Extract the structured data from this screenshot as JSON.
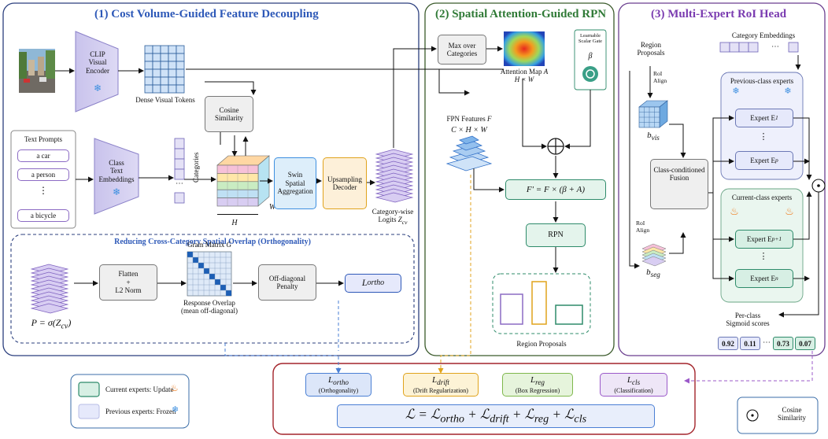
{
  "colors": {
    "panel1_border": "#2b3f7e",
    "panel2_border": "#3a5a2a",
    "panel3_border": "#6b3f8f",
    "title1": "#2e59b8",
    "title2": "#2f7a36",
    "title3": "#7a3bb0",
    "teal": "#2e8b6a",
    "purple": "#8c6bc4",
    "frozen_fill": "#e6e9fb",
    "update_fill": "#d7efe4",
    "loss_border": "#a3242b"
  },
  "panel1": {
    "title": "(1) Cost Volume-Guided Feature Decoupling",
    "clip_encoder": "CLIP\nVisual\nEncoder",
    "dense_tokens": "Dense Visual Tokens",
    "cosine_similarity": "Cosine\nSimilarity",
    "text_prompts_title": "Text Prompts",
    "prompts": [
      "a car",
      "a person",
      "⋮",
      "a bicycle"
    ],
    "class_text_embeddings": "Class\nText\nEmbeddings",
    "ellipsis": "⋯",
    "categories_label": "Categories",
    "h_label": "H",
    "w_label": "W",
    "swin": "Swin\nSpatial\nAggregation",
    "upsampling": "Upsampling\nDecoder",
    "logits_label": "Category-wise\nLogits",
    "logits_symbol": "Z",
    "logits_sub": "cv",
    "ortho_title": "Reducing Cross-Category Spatial Overlap (Orthogonality)",
    "flatten": "Flatten\n+\nL2 Norm",
    "gram_label": "Gram Matrix",
    "gram_symbol": "G",
    "response_overlap": "Response Overlap\n(mean off-diagonal)",
    "offdiag": "Off-diagonal\nPenalty",
    "l_ortho": "L",
    "l_ortho_sub": "ortho",
    "p_formula": "P = σ(Z",
    "p_formula_sub": "cv",
    "p_formula_end": ")"
  },
  "panel2": {
    "title": "(2) Spatial Attention-Guided RPN",
    "max_over": "Max over\nCategories",
    "attention_map": "Attention Map",
    "attention_symbol": "A",
    "attention_dims": "H × W",
    "learnable_gate": "Learnable\nScalar Gate",
    "beta": "β",
    "fpn_features": "FPN Features",
    "fpn_symbol": "F",
    "fpn_dims": "C × H × W",
    "fusion_formula": "F′ = F × (β + A)",
    "rpn": "RPN",
    "region_proposals": "Region Proposals"
  },
  "panel3": {
    "title": "(3) Multi-Expert RoI Head",
    "region_proposals": "Region\nProposals",
    "roi_align": "RoI\nAlign",
    "b_vis": "b",
    "b_vis_sub": "vis",
    "b_seg": "b",
    "b_seg_sub": "seg",
    "category_embeddings": "Category Embeddings",
    "ellipsis": "⋯",
    "class_conditioned": "Class-conditioned\nFusion",
    "previous_experts": "Previous-class experts",
    "current_experts": "Current-class experts",
    "expert_1": "Expert E",
    "expert_1_sub": "1",
    "expert_p": "Expert E",
    "expert_p_sub": "p",
    "expert_p1": "Expert E",
    "expert_p1_sub": "p+1",
    "expert_n": "Expert E",
    "expert_n_sub": "n",
    "vdots": "⋮",
    "sigmoid_scores": "Per-class\nSigmoid scores",
    "scores": [
      "0.92",
      "0.11",
      "⋯",
      "0.73",
      "0.07"
    ]
  },
  "losses": {
    "ortho": "L",
    "ortho_sub": "ortho",
    "ortho_desc": "(Orthogonality)",
    "drift": "L",
    "drift_sub": "drift",
    "drift_desc": "(Drift Regularization)",
    "reg": "L",
    "reg_sub": "reg",
    "reg_desc": "(Box Regression)",
    "cls": "L",
    "cls_sub": "cls",
    "cls_desc": "(Classification)",
    "total": "ℒ = ℒ",
    "total_parts": [
      "ortho",
      "drift",
      "reg",
      "cls"
    ]
  },
  "legend": {
    "current": "Current experts: Update",
    "previous": "Previous experts: Frozen",
    "cosine": "Cosine\nSimilarity"
  }
}
